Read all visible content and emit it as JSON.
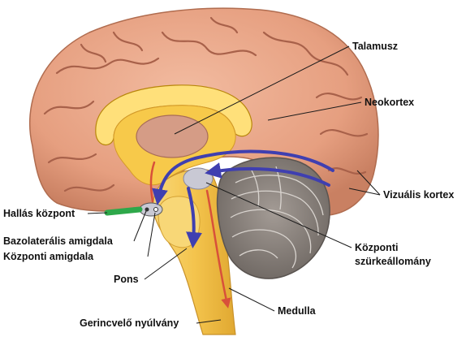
{
  "labels": {
    "talamusz": "Talamusz",
    "neokortex": "Neokortex",
    "vizualis_kortex": "Vizuális kortex",
    "hallas_kozpont": "Hallás központ",
    "bazolateralis_amigdala": "Bazolaterális amigdala",
    "kozponti_amigdala": "Központi amigdala",
    "pons": "Pons",
    "kozponti_szurkeallomany_1": "Központi",
    "kozponti_szurkeallomany_2": "szürkeállomány",
    "medulla": "Medulla",
    "gerincvelo": "Gerincvelő nyúlvány"
  },
  "colors": {
    "cortex": "#e9a586",
    "cortex_shadow": "#c07859",
    "gyri_line": "#a8614a",
    "corpus_callosum": "#ffe07a",
    "inner_cavity": "#f7c94a",
    "thalamus": "#d59c86",
    "brainstem": "#f4c44d",
    "cerebellum": "#8d8580",
    "pathway_blue": "#3f3fb0",
    "pathway_red": "#d8503a",
    "auditory_green": "#2ea84a",
    "amygdala_gray": "#c9c9d4"
  }
}
